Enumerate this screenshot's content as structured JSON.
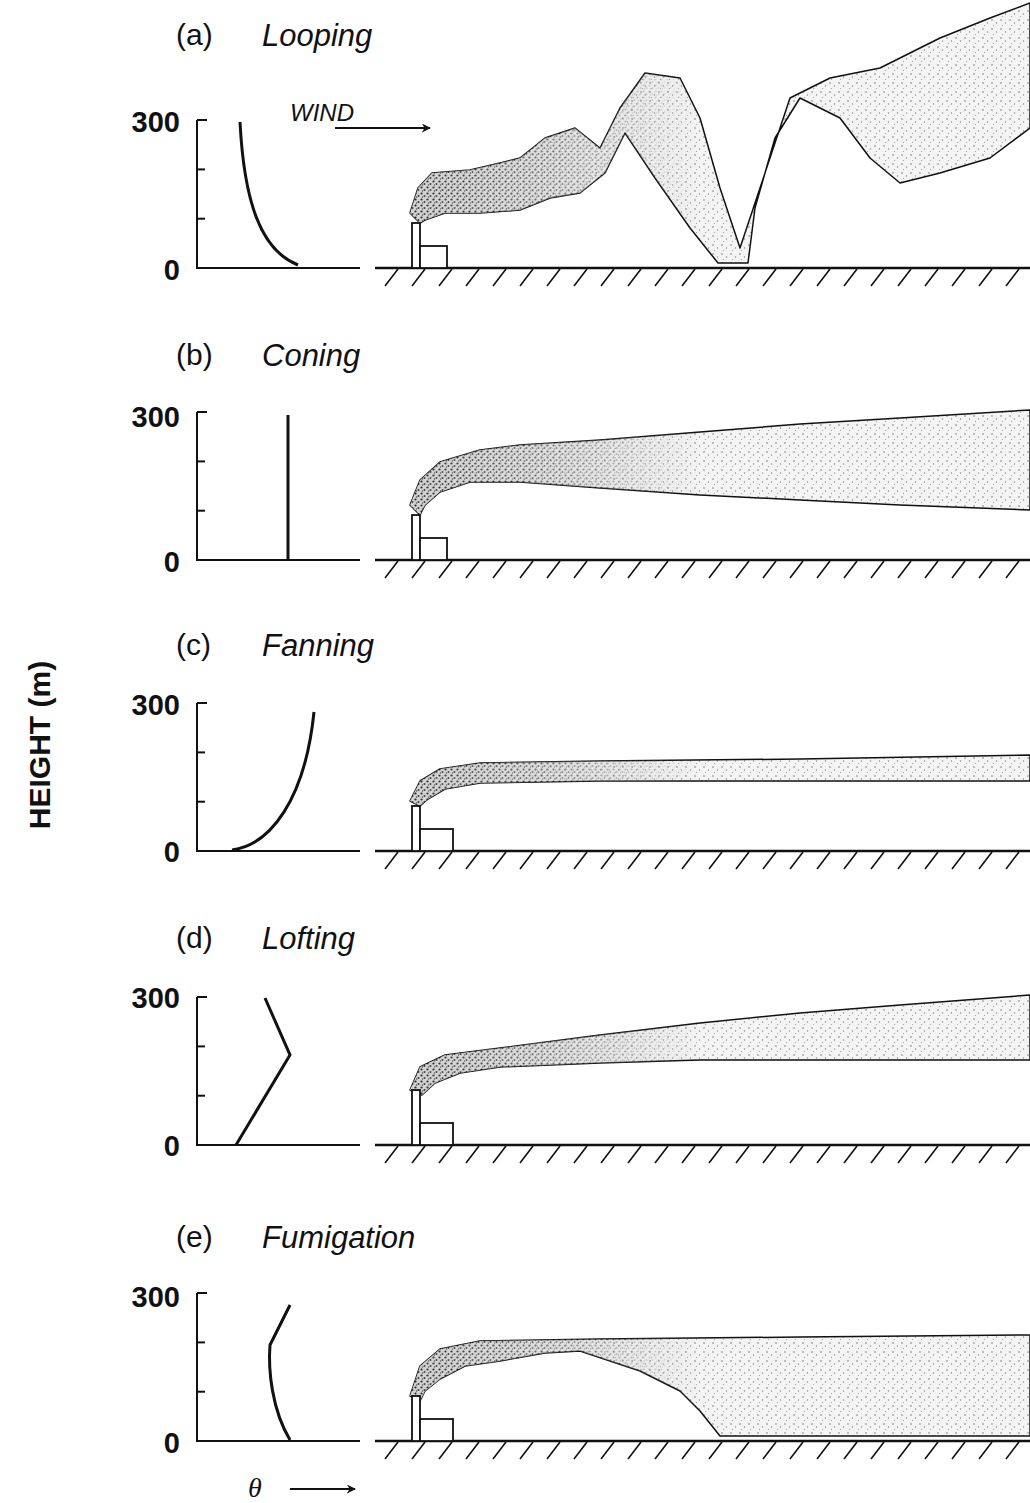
{
  "diagram": {
    "labels": [
      "(a)",
      "Looping",
      "WIND",
      "300",
      "0",
      "(b)",
      "Coning",
      "300",
      "0",
      "(c)",
      "Fanning",
      "300",
      "0",
      "(d)",
      "Lofting",
      "300",
      "0",
      "(e)",
      "Fumigation",
      "300",
      "0",
      "HEIGHT (m)",
      "θ"
    ]
  }
}
